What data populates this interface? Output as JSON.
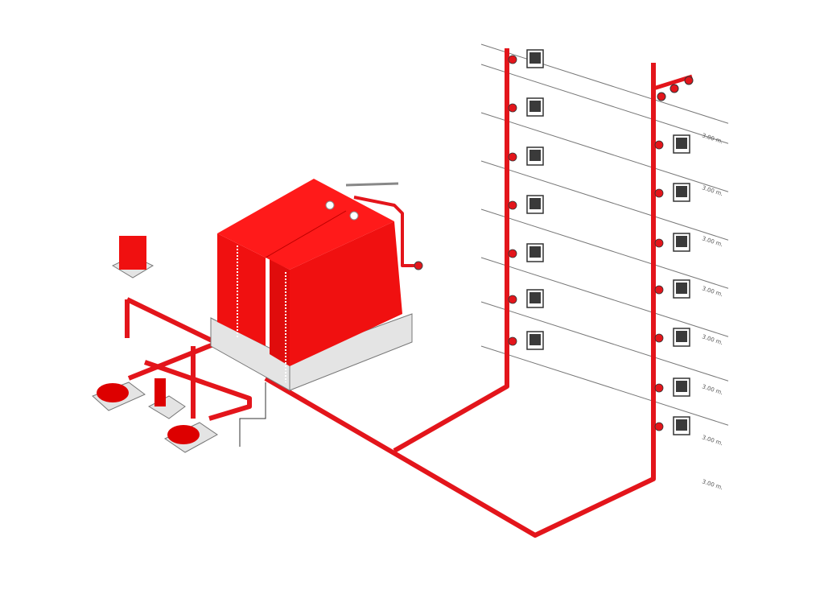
{
  "diagram": {
    "colors": {
      "pipe": "#e3151b",
      "tank": "#f01010",
      "line": "#666666",
      "base": "#e4e4e4",
      "cabinet": "#3a3a3a"
    },
    "floor_labels": [
      "3.00 m.",
      "3.00 m.",
      "3.00 m.",
      "3.00 m.",
      "3.00 m.",
      "3.00 m.",
      "3.00 m.",
      "3.00 m."
    ]
  }
}
